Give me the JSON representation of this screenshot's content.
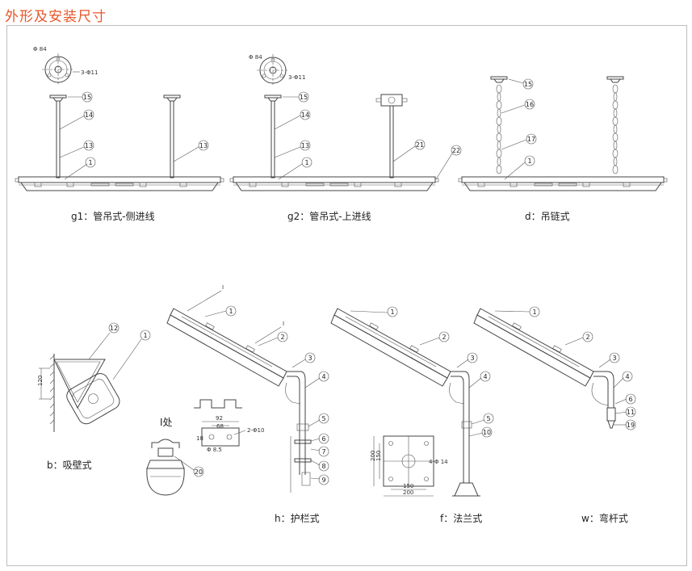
{
  "title": "外形及安装尺寸",
  "captions": {
    "g1": "g1：管吊式-侧进线",
    "g2": "g2：管吊式-上进线",
    "d": "d：吊链式",
    "b": "b：吸壁式",
    "h": "h：护栏式",
    "f": "f：法兰式",
    "w": "w：弯杆式"
  },
  "dims": {
    "phi84": "Φ 84",
    "holes3": "3-Φ11",
    "d120": "120",
    "i_label": "I处",
    "i_mark": "I",
    "d92": "92",
    "d68": "68",
    "d2phi10": "2-Φ10",
    "phi85": "Φ 8.5",
    "d18": "18",
    "d200v": "200",
    "d150v": "150",
    "d150h": "150",
    "d200h": "200",
    "d4phi14": "4-Φ 14"
  },
  "callouts": [
    "1",
    "2",
    "3",
    "4",
    "5",
    "6",
    "7",
    "8",
    "9",
    "10",
    "11",
    "12",
    "13",
    "14",
    "15",
    "16",
    "17",
    "19",
    "20",
    "21",
    "22"
  ]
}
